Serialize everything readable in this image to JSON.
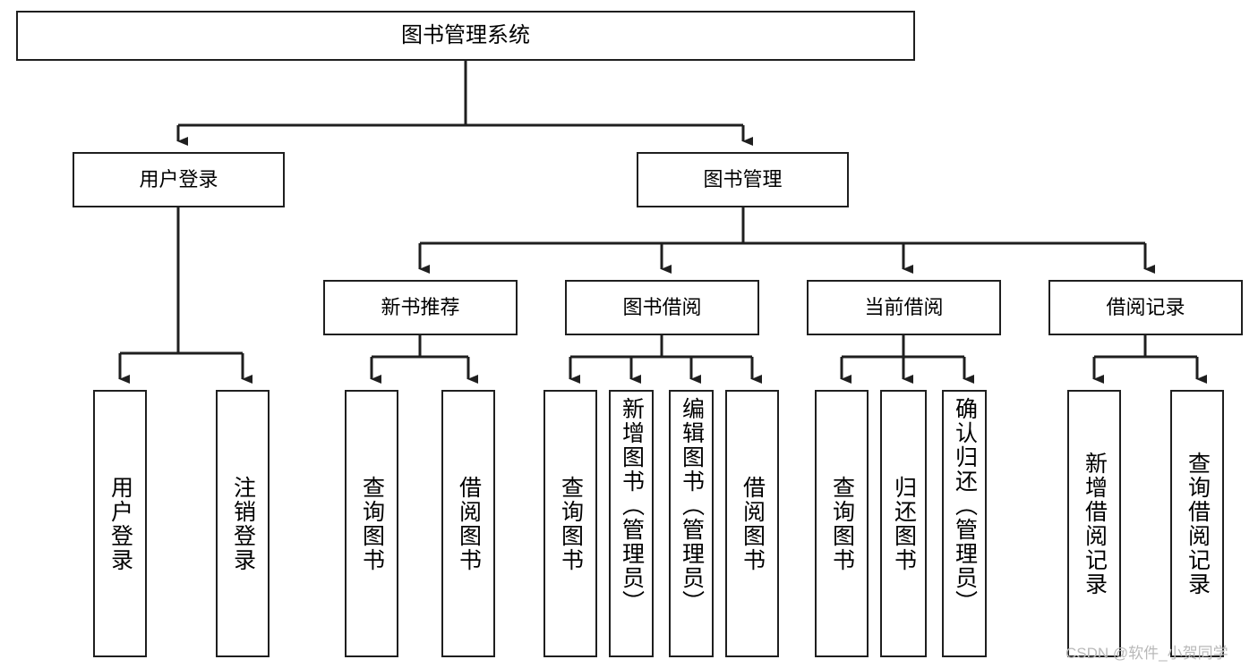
{
  "diagram": {
    "type": "tree-hierarchy-chart",
    "title": "图书管理系统",
    "orientation": "top-down",
    "colors": {
      "box_border": "#1f1f1f",
      "box_fill": "#ffffff",
      "edge": "#1f1f1f",
      "background": "#ffffff",
      "watermark": "#b9b9b9"
    },
    "nodes": {
      "root": {
        "label": "图书管理系统",
        "level": 1
      },
      "level2": [
        {
          "label": "用户登录",
          "level": 2
        },
        {
          "label": "图书管理",
          "level": 2
        }
      ],
      "level3": [
        {
          "label": "新书推荐",
          "level": 3
        },
        {
          "label": "图书借阅",
          "level": 3
        },
        {
          "label": "当前借阅",
          "level": 3
        },
        {
          "label": "借阅记录",
          "level": 3
        }
      ],
      "leaves": [
        {
          "label": "用户登录",
          "parent": "用户登录"
        },
        {
          "label": "注销登录",
          "parent": "用户登录"
        },
        {
          "label": "查询图书",
          "parent": "新书推荐"
        },
        {
          "label": "借阅图书",
          "parent": "新书推荐"
        },
        {
          "label": "查询图书",
          "parent": "图书借阅"
        },
        {
          "label": "新增图书（管理员）",
          "parent": "图书借阅"
        },
        {
          "label": "编辑图书（管理员）",
          "parent": "图书借阅"
        },
        {
          "label": "借阅图书",
          "parent": "图书借阅"
        },
        {
          "label": "查询图书",
          "parent": "当前借阅"
        },
        {
          "label": "归还图书",
          "parent": "当前借阅"
        },
        {
          "label": "确认归还（管理员）",
          "parent": "当前借阅"
        },
        {
          "label": "新增借阅记录",
          "parent": "借阅记录"
        },
        {
          "label": "查询借阅记录",
          "parent": "借阅记录"
        }
      ]
    },
    "watermark": "CSDN @软件_小贺同学"
  }
}
